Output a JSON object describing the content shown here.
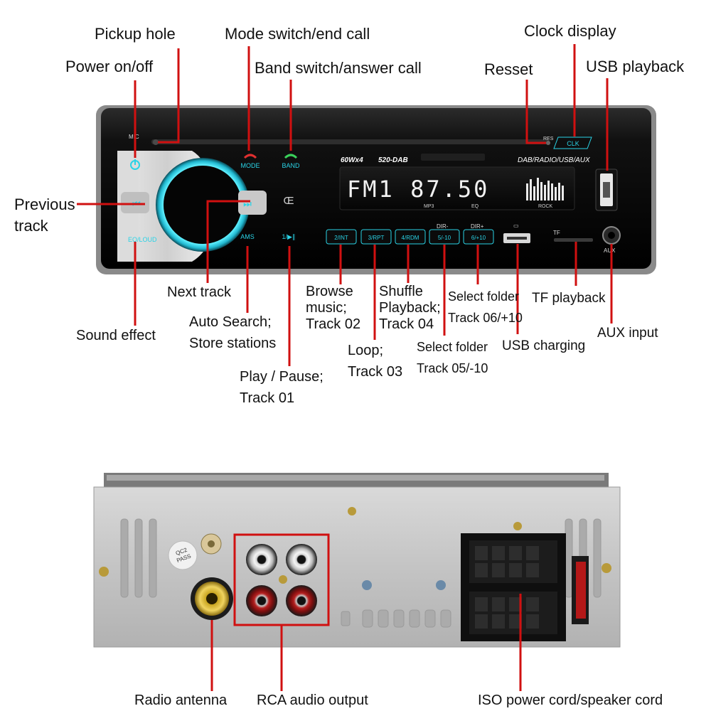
{
  "front_panel": {
    "brand": "60Wx4",
    "model": "520-DAB",
    "sources": "DAB/RADIO/USB/AUX",
    "lcd_text": "FM1 87.50",
    "lcd_tags": [
      "MP3",
      "EQ",
      "ROCK"
    ],
    "mic_label": "MIC",
    "res_label": "RES",
    "clk_label": "CLK",
    "mode_label": "MODE",
    "band_label": "BAND",
    "ams_label": "AMS",
    "play_label": "1/▶∥",
    "eq_label": "EQ/LOUD",
    "tf_label": "TF",
    "aux_label": "AUX",
    "dir_minus": "DIR-",
    "dir_plus": "DIR+",
    "preset_buttons": [
      "2/INT",
      "3/RPT",
      "4/RDM",
      "5/-10",
      "6/+10"
    ],
    "accent_color": "#2ad3e6"
  },
  "front_callouts": {
    "pickup_hole": "Pickup hole",
    "mode_switch": "Mode switch/end call",
    "clock_display": "Clock display",
    "power": "Power on/off",
    "band_switch": "Band switch/answer call",
    "reset": "Resset",
    "usb_playback": "USB playback",
    "previous_track": "Previous\ntrack",
    "next_track": "Next track",
    "sound_effect": "Sound effect",
    "auto_search": "Auto Search;\nStore stations",
    "play_pause": "Play / Pause;\nTrack 01",
    "browse": "Browse\nmusic;\nTrack 02",
    "loop": "Loop;\nTrack 03",
    "shuffle": "Shuffle\nPlayback;\nTrack 04",
    "folder_minus": "Select folder\nTrack 05/-10",
    "folder_plus": "Select folder\nTrack 06/+10",
    "usb_charging": "USB charging",
    "tf_playback": "TF playback",
    "aux_input": "AUX input"
  },
  "rear_panel": {
    "qc_label": "QC2\nPASS"
  },
  "rear_callouts": {
    "radio_antenna": "Radio antenna",
    "rca_output": "RCA audio output",
    "iso_cord": "ISO power cord/speaker cord"
  },
  "colors": {
    "leader": "#d01010",
    "accent": "#2ad3e6"
  }
}
